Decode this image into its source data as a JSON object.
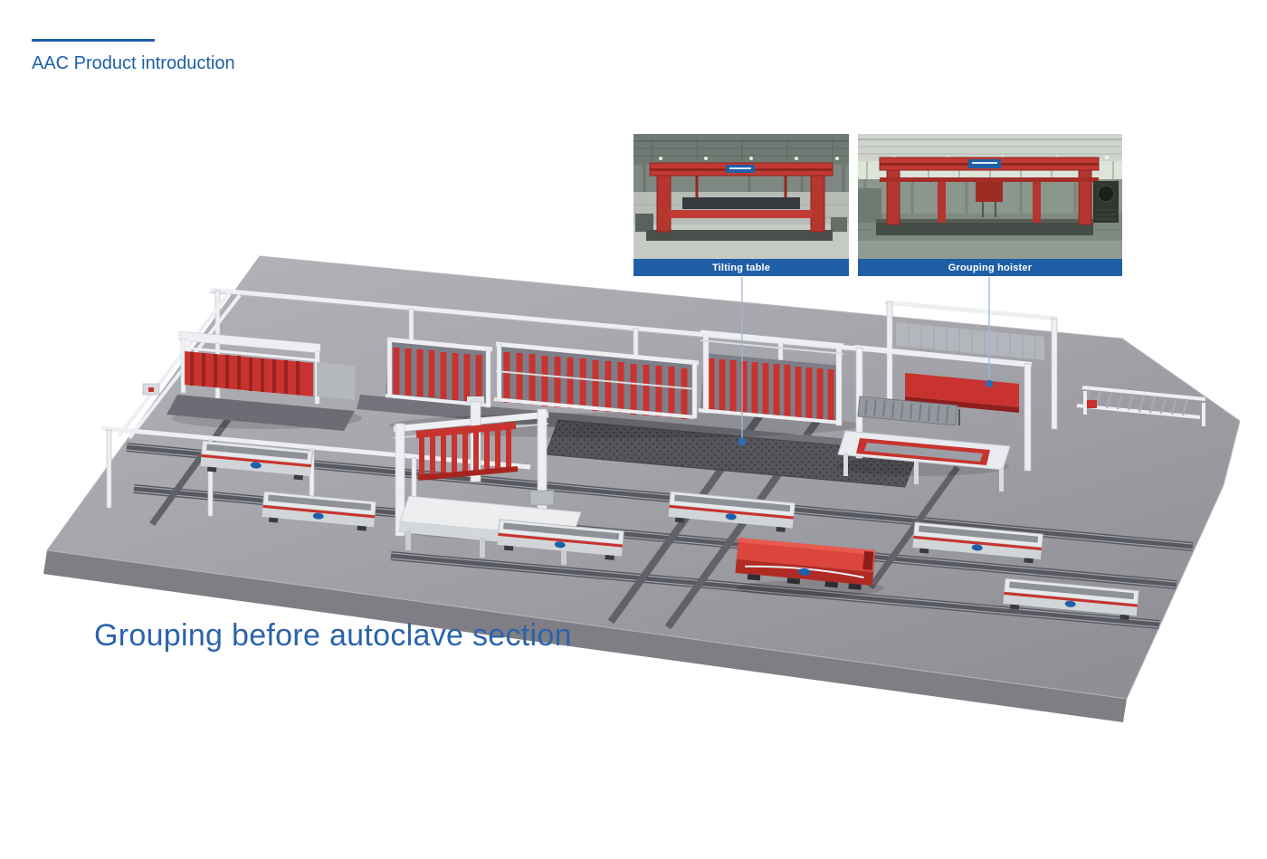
{
  "header": {
    "title": "AAC Product introduction"
  },
  "photos": [
    {
      "caption": "Tilting table"
    },
    {
      "caption": "Grouping hoister"
    }
  ],
  "title": "Grouping before autoclave section",
  "colors": {
    "accent_blue": "#1e5fa8",
    "title_blue": "#2b63ab",
    "machine_red": "#c8332f",
    "platform_gray": "#a4a4aa",
    "track_gray": "#585860",
    "frame_white": "#edeff2"
  }
}
